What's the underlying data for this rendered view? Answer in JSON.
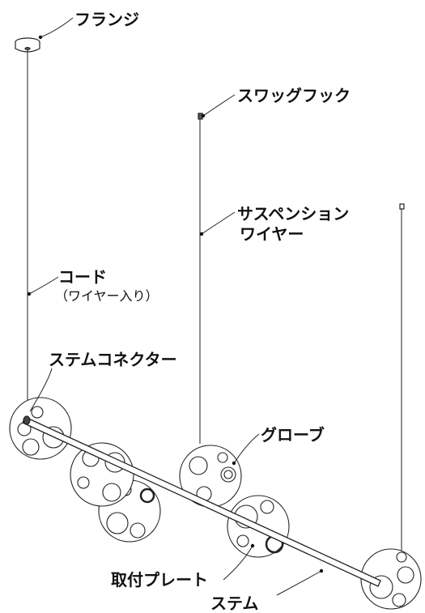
{
  "labels": {
    "flange": "フランジ",
    "swag_hook": "スワッグフック",
    "suspension_wire_1": "サスペンション",
    "suspension_wire_2": "ワイヤー",
    "cord": "コード",
    "cord_note": "（ワイヤー入り）",
    "stem_connector": "ステムコネクター",
    "globe": "グローブ",
    "mounting_plate": "取付プレート",
    "stem": "ステム"
  }
}
